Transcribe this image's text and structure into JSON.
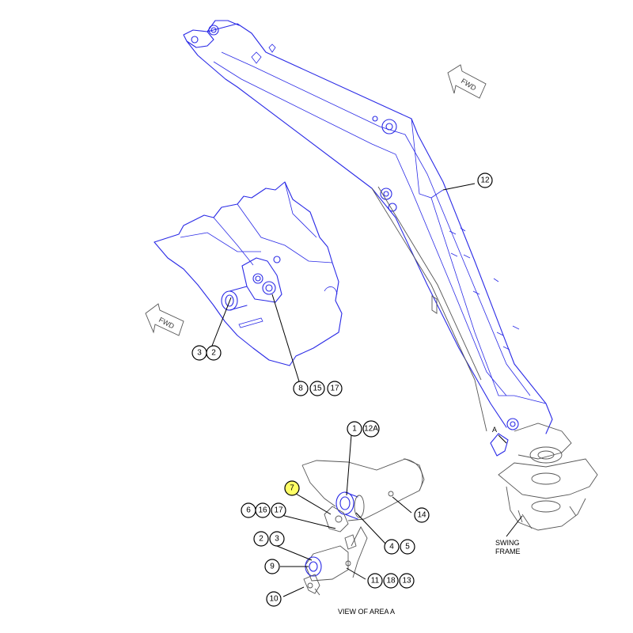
{
  "callouts": {
    "c12": "12",
    "c3a": "3",
    "c2a": "2",
    "c8": "8",
    "c15": "15",
    "c17a": "17",
    "c1": "1",
    "c12A": "12A",
    "c7": "7",
    "c6": "6",
    "c16": "16",
    "c17b": "17",
    "c14": "14",
    "c2b": "2",
    "c3b": "3",
    "c4": "4",
    "c5": "5",
    "c9": "9",
    "c11": "11",
    "c18": "18",
    "c13": "13",
    "c10": "10"
  },
  "labels": {
    "swing_frame_1": "SWING",
    "swing_frame_2": "FRAME",
    "area_marker": "A",
    "view_caption": "VIEW OF AREA A",
    "fwd_top": "FWD",
    "fwd_left": "FWD"
  },
  "highlight_color": "#ffff66",
  "line_color": "#2a2ae6"
}
